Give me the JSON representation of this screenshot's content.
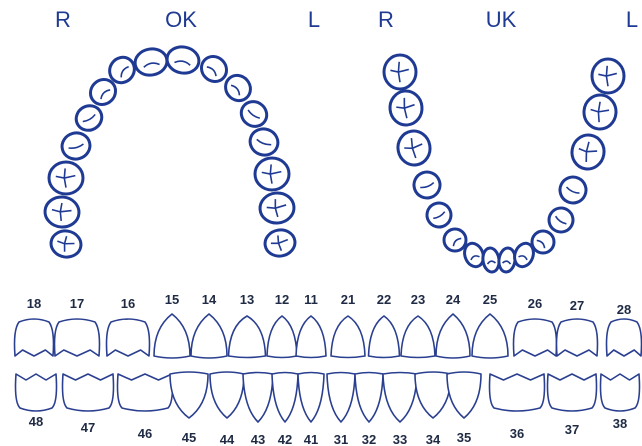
{
  "labels": {
    "upper_left_side": "R",
    "upper_title": "OK",
    "upper_right_side": "L",
    "lower_left_side": "R",
    "lower_title": "UK",
    "lower_right_side": "L"
  },
  "upper_teeth": [
    "18",
    "17",
    "16",
    "15",
    "14",
    "13",
    "12",
    "11",
    "21",
    "22",
    "23",
    "24",
    "25",
    "26",
    "27",
    "28"
  ],
  "lower_teeth": [
    "48",
    "47",
    "46",
    "45",
    "44",
    "43",
    "42",
    "41",
    "31",
    "32",
    "33",
    "34",
    "35",
    "36",
    "37",
    "38"
  ],
  "colors": {
    "outline": "#1f3a93",
    "number": "#1f2a44",
    "background": "#ffffff"
  }
}
